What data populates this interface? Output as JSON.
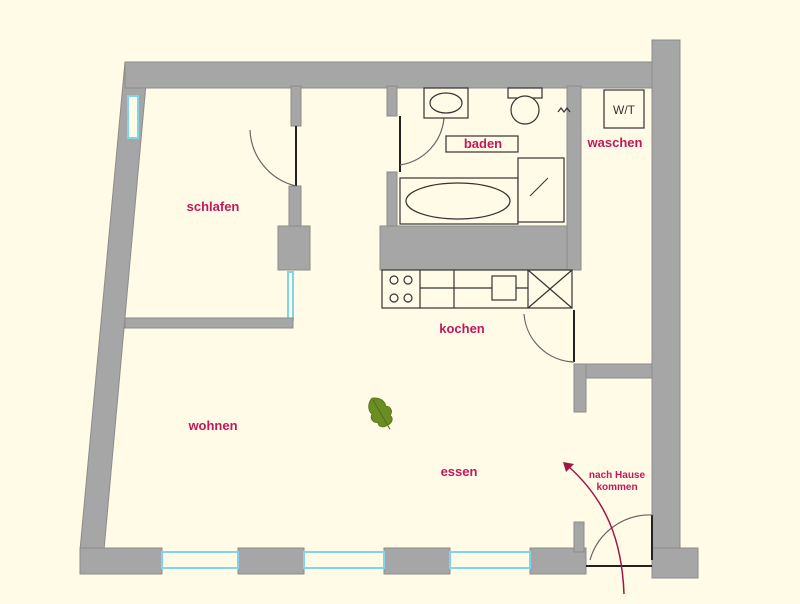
{
  "rooms": {
    "schlafen": "schlafen",
    "baden": "baden",
    "waschen": "waschen",
    "kochen": "kochen",
    "wohnen": "wohnen",
    "essen": "essen"
  },
  "entrance": {
    "line1": "nach Hause",
    "line2": "kommen"
  },
  "washer_symbol": "W/T",
  "colors": {
    "background": "#fffbe6",
    "wall": "#a6a6a6",
    "wall_edge": "#8c8c8c",
    "label": "#c2185b",
    "window": "#7fd4ee",
    "leaf": "#6b8e23"
  },
  "icons": {
    "decoration": "oak-leaf-icon",
    "entrance": "curved-arrow-icon"
  }
}
